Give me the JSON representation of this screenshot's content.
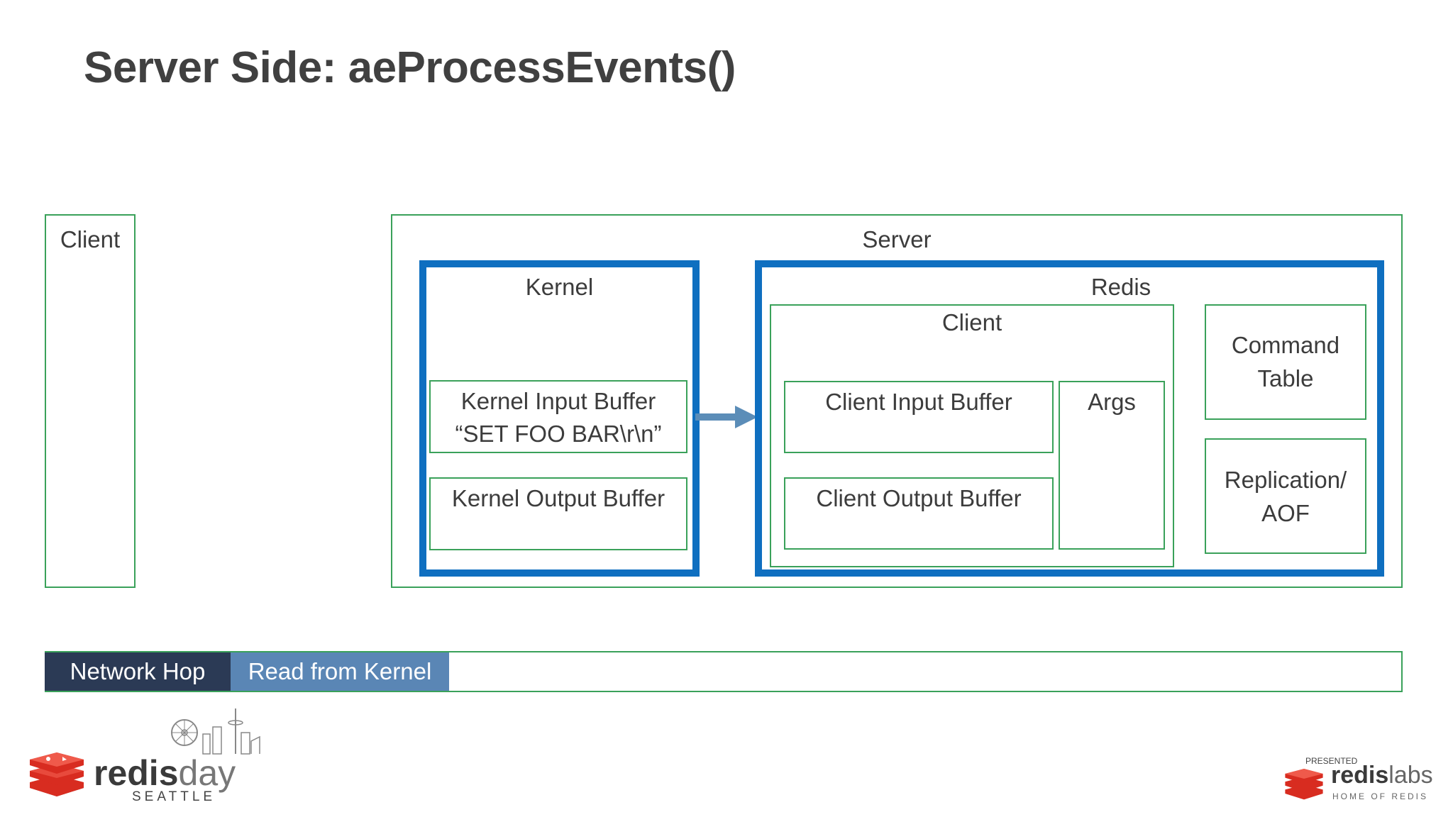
{
  "slide": {
    "title": "Server Side: aeProcessEvents()"
  },
  "diagram": {
    "client_label": "Client",
    "server_label": "Server",
    "kernel": {
      "label": "Kernel",
      "input_buffer": {
        "line1": "Kernel Input Buffer",
        "line2": "“SET FOO BAR\\r\\n”"
      },
      "output_buffer": "Kernel Output Buffer"
    },
    "redis": {
      "label": "Redis",
      "client": {
        "label": "Client",
        "input_buffer": "Client Input Buffer",
        "output_buffer": "Client Output Buffer",
        "args": "Args"
      },
      "command_table": {
        "line1": "Command",
        "line2": "Table"
      },
      "replication": {
        "line1": "Replication/",
        "line2": "AOF"
      }
    }
  },
  "timeline": {
    "segments": [
      {
        "label": "Network Hop",
        "color": "#2b3a55"
      },
      {
        "label": "Read from Kernel",
        "color": "#5a86b5"
      }
    ]
  },
  "branding": {
    "left_logo": {
      "word1": "redis",
      "word2": "day",
      "city": "SEATTLE"
    },
    "right_logo": {
      "presented": "PRESENTED",
      "word1": "redis",
      "word2": "labs",
      "tagline": "HOME OF REDIS"
    }
  },
  "colors": {
    "green_border": "#3aa15a",
    "blue_border": "#0f6fc0",
    "arrow": "#5b8db8",
    "redis_red": "#d82c20"
  }
}
